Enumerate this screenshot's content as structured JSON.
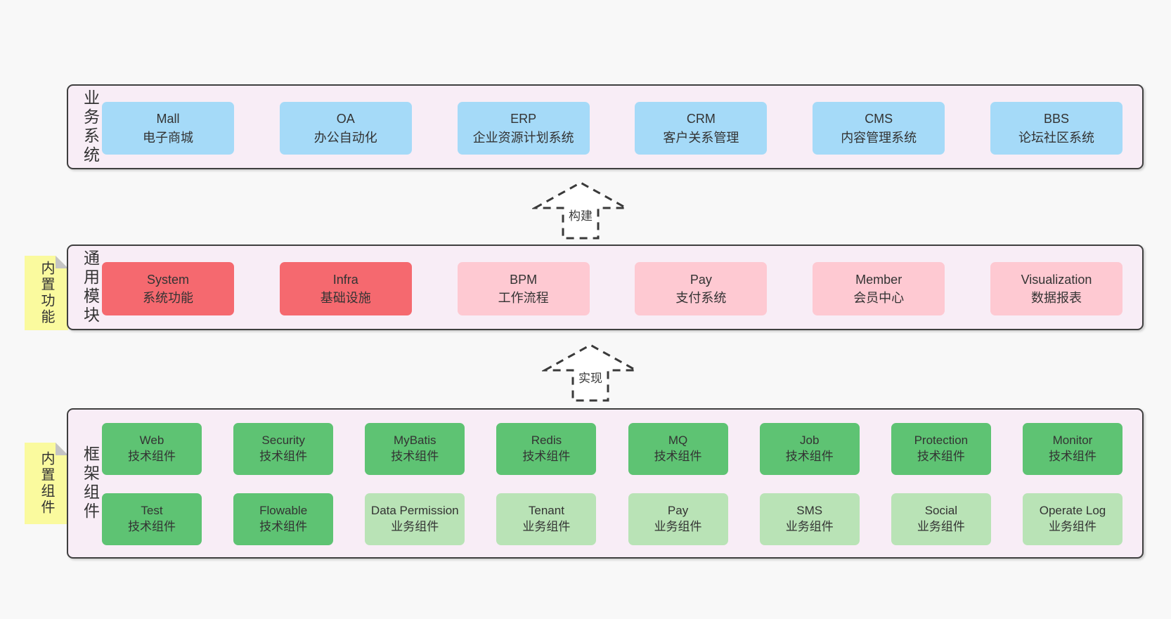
{
  "palette": {
    "page_bg": "#f8f8f8",
    "panel_bg": "#f8edf6",
    "panel_border": "#3f3f3f",
    "blue": "#a5daf8",
    "red": "#f5696f",
    "pink": "#fec9d2",
    "green": "#5ec373",
    "light_green": "#b9e3b6",
    "sticky_yellow": "#fafa9e",
    "fold_gray": "#c4c4c4",
    "text": "#3a3a3a"
  },
  "arrows": [
    {
      "label": "构建"
    },
    {
      "label": "实现"
    }
  ],
  "layers": {
    "business": {
      "side_label": "业务系统",
      "boxes": [
        {
          "name": "Mall",
          "desc": "电子商城",
          "variant": "blue"
        },
        {
          "name": "OA",
          "desc": "办公自动化",
          "variant": "blue"
        },
        {
          "name": "ERP",
          "desc": "企业资源计划系统",
          "variant": "blue"
        },
        {
          "name": "CRM",
          "desc": "客户关系管理",
          "variant": "blue"
        },
        {
          "name": "CMS",
          "desc": "内容管理系统",
          "variant": "blue"
        },
        {
          "name": "BBS",
          "desc": "论坛社区系统",
          "variant": "blue"
        }
      ]
    },
    "modules": {
      "side_label": "通用模块",
      "sticky_label": "内置功能",
      "boxes": [
        {
          "name": "System",
          "desc": "系统功能",
          "variant": "red"
        },
        {
          "name": "Infra",
          "desc": "基础设施",
          "variant": "red"
        },
        {
          "name": "BPM",
          "desc": "工作流程",
          "variant": "pink"
        },
        {
          "name": "Pay",
          "desc": "支付系统",
          "variant": "pink"
        },
        {
          "name": "Member",
          "desc": "会员中心",
          "variant": "pink"
        },
        {
          "name": "Visualization",
          "desc": "数据报表",
          "variant": "pink"
        }
      ]
    },
    "components": {
      "side_label": "框架组件",
      "sticky_label": "内置组件",
      "row1": [
        {
          "name": "Web",
          "desc": "技术组件",
          "variant": "green"
        },
        {
          "name": "Security",
          "desc": "技术组件",
          "variant": "green"
        },
        {
          "name": "MyBatis",
          "desc": "技术组件",
          "variant": "green"
        },
        {
          "name": "Redis",
          "desc": "技术组件",
          "variant": "green"
        },
        {
          "name": "MQ",
          "desc": "技术组件",
          "variant": "green"
        },
        {
          "name": "Job",
          "desc": "技术组件",
          "variant": "green"
        },
        {
          "name": "Protection",
          "desc": "技术组件",
          "variant": "green"
        },
        {
          "name": "Monitor",
          "desc": "技术组件",
          "variant": "green"
        }
      ],
      "row2": [
        {
          "name": "Test",
          "desc": "技术组件",
          "variant": "green"
        },
        {
          "name": "Flowable",
          "desc": "技术组件",
          "variant": "green"
        },
        {
          "name": "Data Permission",
          "desc": "业务组件",
          "variant": "light-green"
        },
        {
          "name": "Tenant",
          "desc": "业务组件",
          "variant": "light-green"
        },
        {
          "name": "Pay",
          "desc": "业务组件",
          "variant": "light-green"
        },
        {
          "name": "SMS",
          "desc": "业务组件",
          "variant": "light-green"
        },
        {
          "name": "Social",
          "desc": "业务组件",
          "variant": "light-green"
        },
        {
          "name": "Operate Log",
          "desc": "业务组件",
          "variant": "light-green"
        }
      ]
    }
  }
}
